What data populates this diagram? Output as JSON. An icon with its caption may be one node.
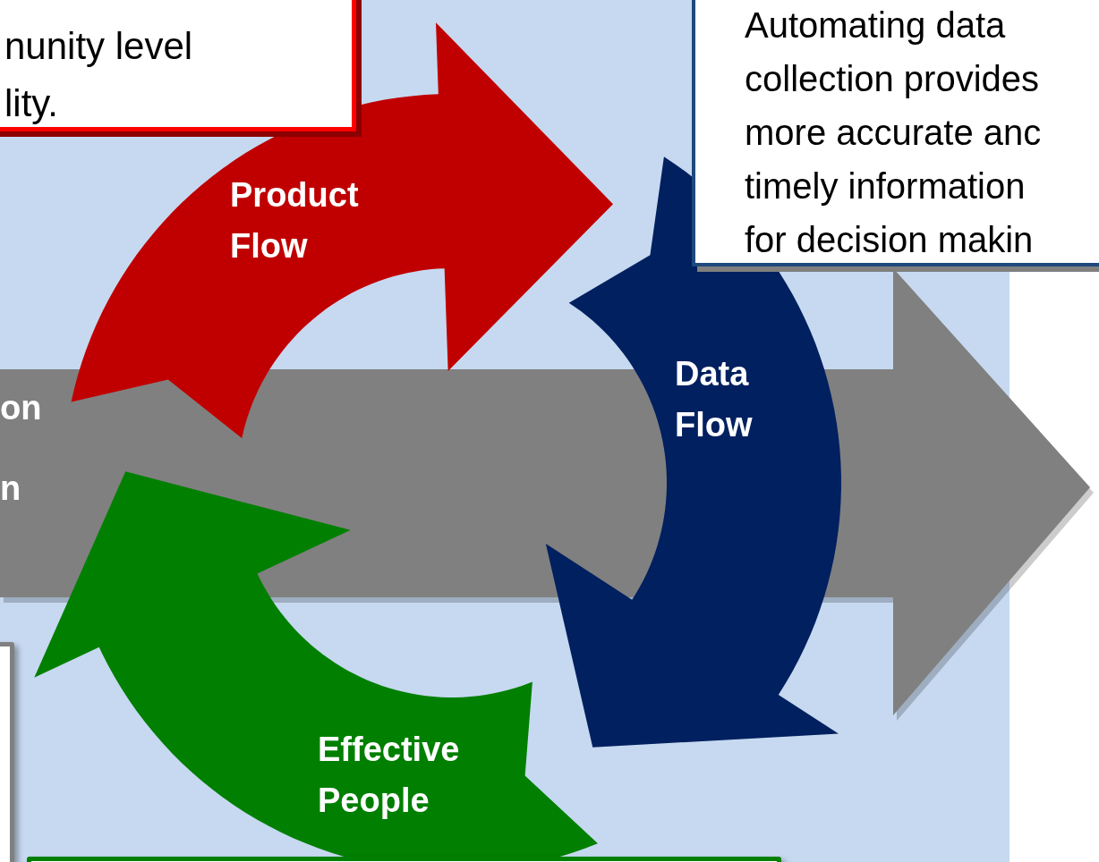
{
  "diagram": {
    "nodes": [
      {
        "text": [
          "nunity level lity."
        ]
      },
      {
        "text": [
          "Automating data collection provides more accurate anc timely information for decision makin"
        ]
      },
      {
        "text": [
          "Product Flow"
        ]
      },
      {
        "text": [
          "Data Flow"
        ]
      },
      {
        "text": [
          "on",
          "n"
        ]
      },
      {
        "text": [
          "Effective People"
        ]
      },
      {
        "text": [],
        "shape": "box"
      },
      {
        "text": [],
        "shape": "box"
      }
    ]
  }
}
